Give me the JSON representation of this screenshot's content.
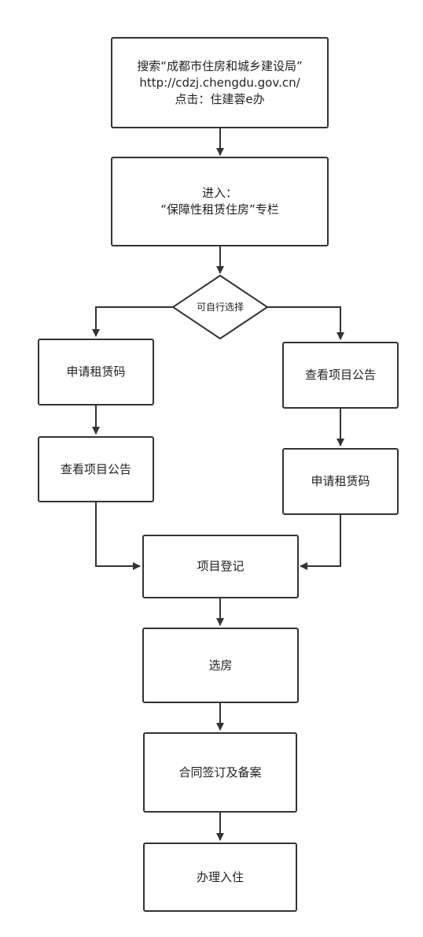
{
  "colors": {
    "stroke": "#333333",
    "text": "#222222",
    "background": "#ffffff"
  },
  "flow": {
    "start": {
      "line1": "搜索“成都市住房和城乡建设局”",
      "line2": "http://cdzj.chengdu.gov.cn/",
      "line3": "点击：住建蓉e办"
    },
    "enter": {
      "line1": "进入：",
      "line2": "“保障性租赁住房”专栏"
    },
    "decision": "可自行选择",
    "left": {
      "step1": "申请租赁码",
      "step2": "查看项目公告"
    },
    "right": {
      "step1": "查看项目公告",
      "step2": "申请租赁码"
    },
    "register": "项目登记",
    "select_house": "选房",
    "contract": "合同签订及备案",
    "move_in": "办理入住"
  }
}
